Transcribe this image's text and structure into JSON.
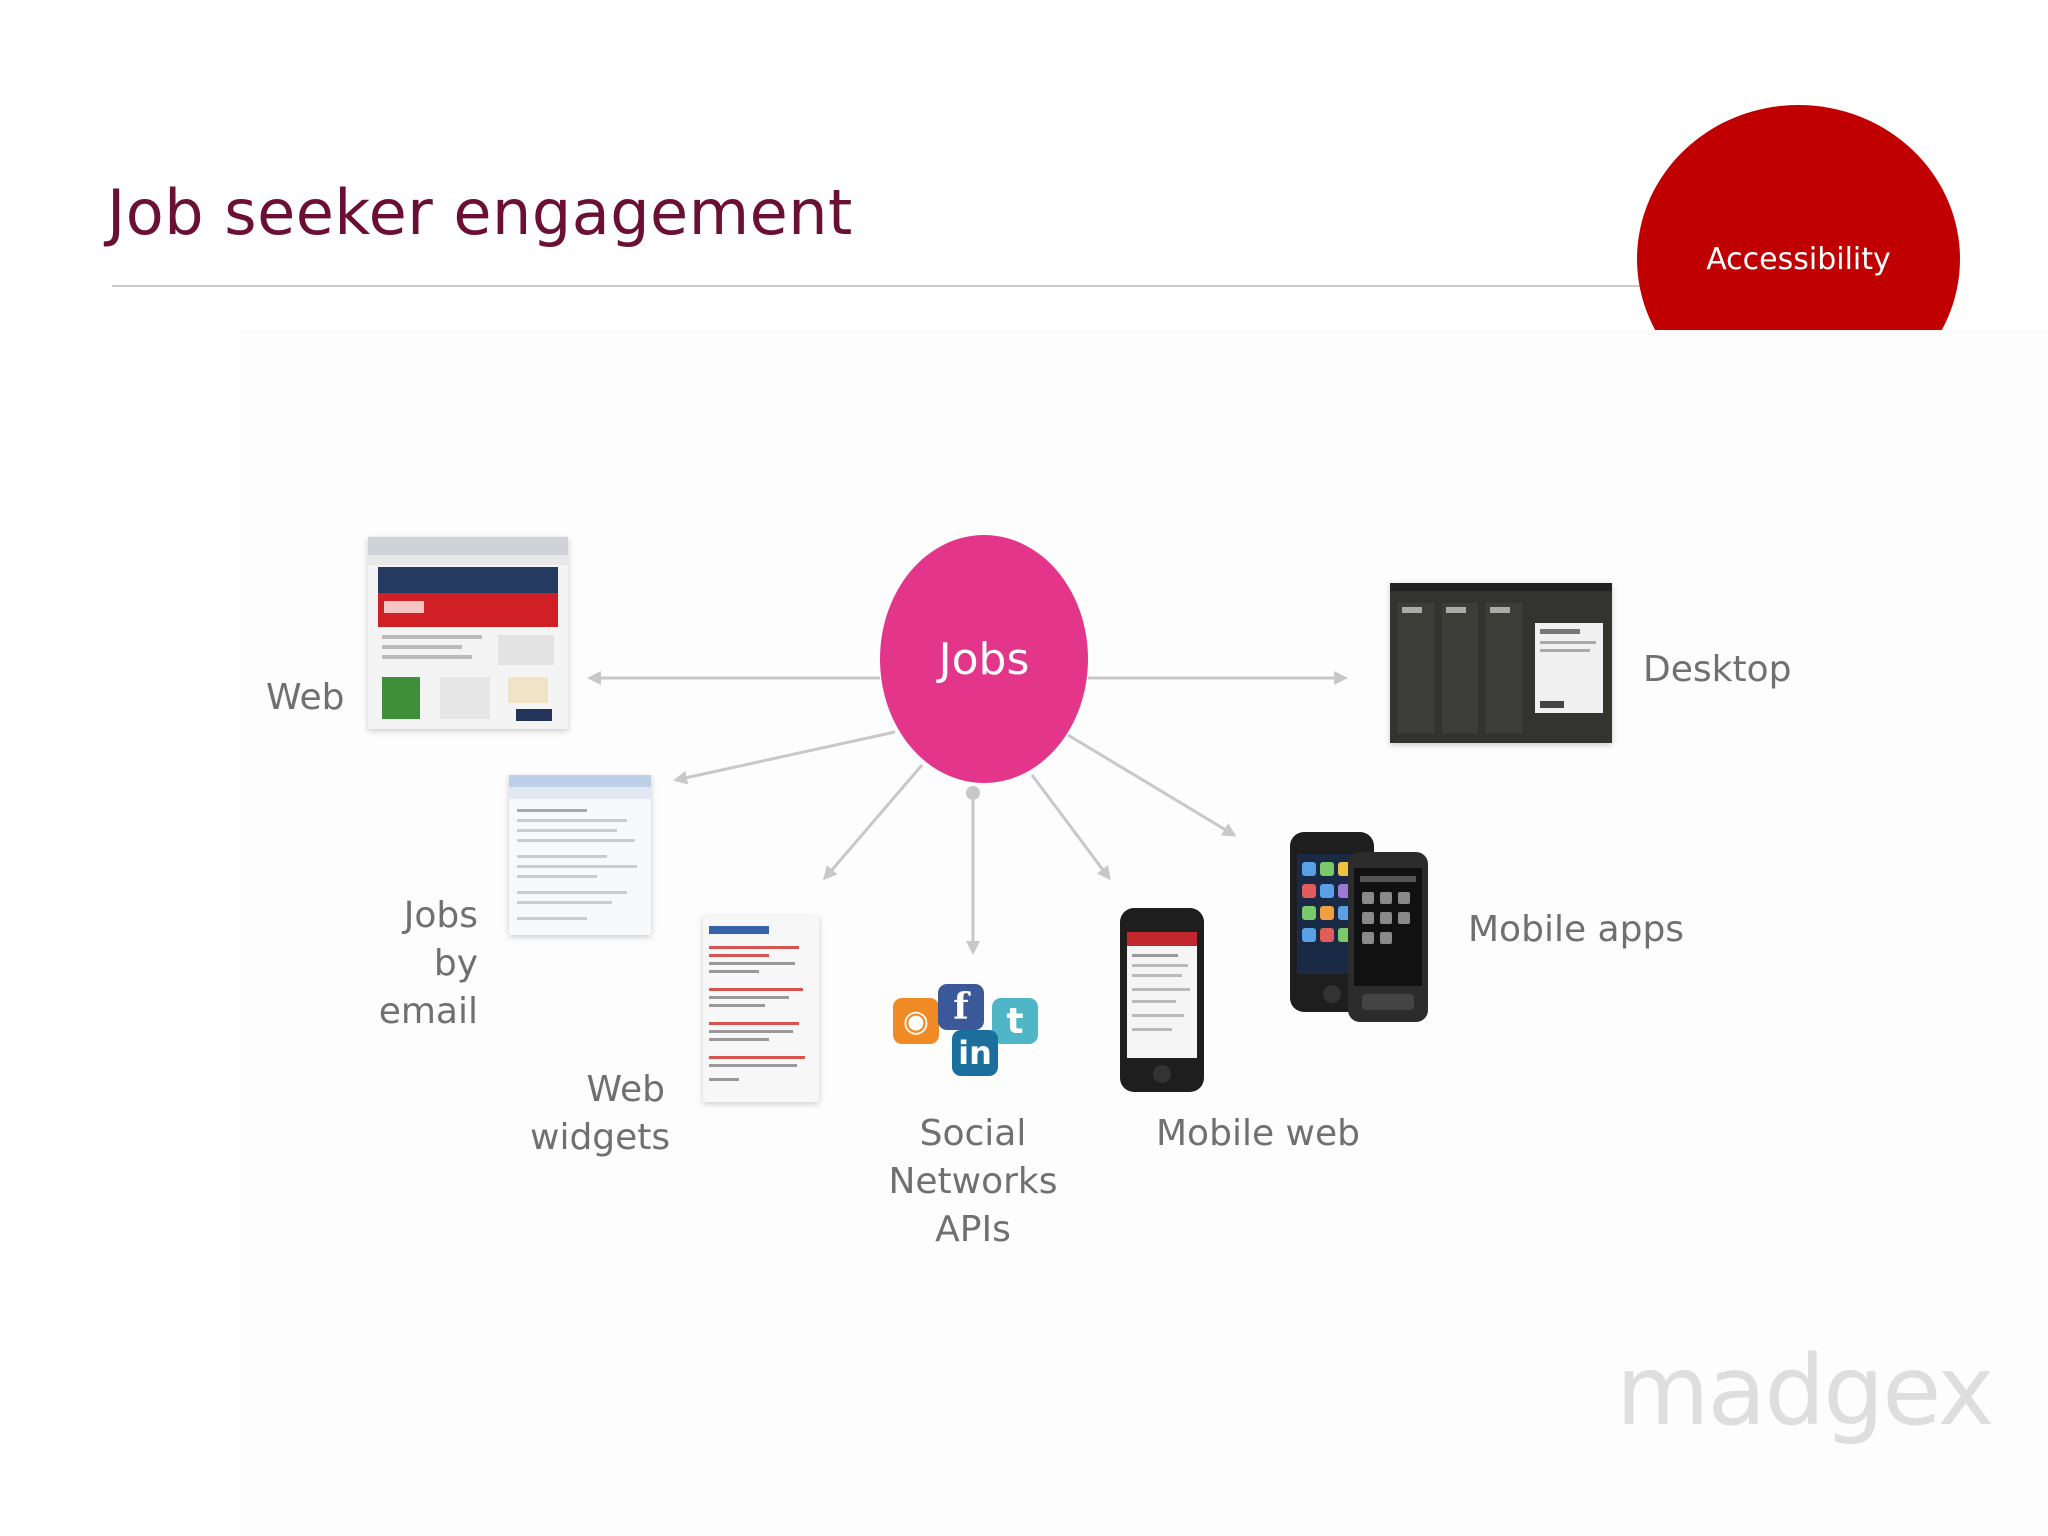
{
  "title": "Job seeker engagement",
  "badge": {
    "label": "Accessibility",
    "color": "#c00000"
  },
  "hub": {
    "label": "Jobs",
    "color": "#e3368b"
  },
  "channels": {
    "web": "Web",
    "desktop": "Desktop",
    "jobs_by_email_1": "Jobs by",
    "jobs_by_email_2": "email",
    "web_widgets_1": "Web",
    "web_widgets_2": "widgets",
    "social_1": "Social",
    "social_2": "Networks",
    "social_3": "APIs",
    "mobile_web": "Mobile web",
    "mobile_apps": "Mobile apps"
  },
  "social_icons": [
    "rss-icon",
    "facebook-icon",
    "linkedin-icon",
    "twitter-icon"
  ],
  "logo": "madgex",
  "colors": {
    "title": "#6b0f34",
    "label": "#707070",
    "arrow": "#c8c8c8"
  }
}
